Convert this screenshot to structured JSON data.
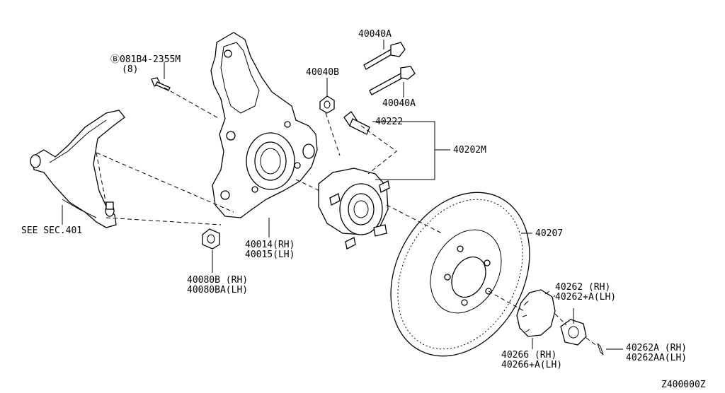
{
  "diagram_code": "Z400000Z",
  "labels": {
    "bolt_ref": "Ⓑ081B4-2355M",
    "bolt_qty": "(8)",
    "p40040A_top": "40040A",
    "p40040B": "40040B",
    "p40040A_bottom": "40040A",
    "p40222": "40222",
    "p40202M": "40202M",
    "see_sec": "SEE SEC.401",
    "p40014": "40014(RH)",
    "p40015": "40015(LH)",
    "p40080B": "40080B (RH)",
    "p40080BA": "40080BA(LH)",
    "p40207": "40207",
    "p40262": "40262  (RH)",
    "p40262A_plus": "40262+A(LH)",
    "p40266": "40266   (RH)",
    "p40266A_plus": "40266+A(LH)",
    "p40262A": "40262A (RH)",
    "p40262AA": "40262AA(LH)"
  }
}
